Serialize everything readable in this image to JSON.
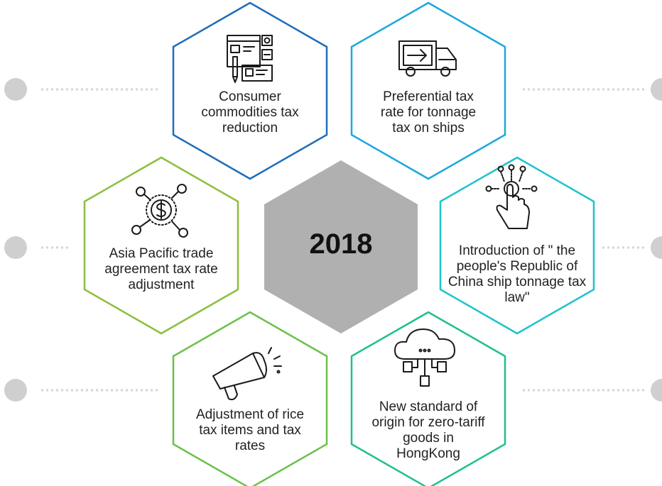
{
  "center": {
    "label": "2018",
    "color": "#b0b0b0"
  },
  "colors": {
    "connector_circle": "#cfcfcf",
    "connector_dots": "#d4d4d4",
    "icon_stroke": "#1a1a1a"
  },
  "hexagons": [
    {
      "id": "consumer",
      "label": "Consumer commodities tax reduction",
      "color": "#1f6dba",
      "icon": "document-layout-icon"
    },
    {
      "id": "tonnage",
      "label": "Preferential tax rate for tonnage tax on ships",
      "color": "#1ba8dc",
      "icon": "delivery-truck-icon"
    },
    {
      "id": "asia",
      "label": "Asia Pacific trade agreement tax rate adjustment",
      "color": "#8cbf3f",
      "icon": "dollar-network-icon"
    },
    {
      "id": "law",
      "label": "Introduction of \" the people's Republic of China ship tonnage tax law\"",
      "color": "#1fc3cc",
      "icon": "touch-hand-icon"
    },
    {
      "id": "rice",
      "label": "Adjustment of rice tax items and tax rates",
      "color": "#6cc04a",
      "icon": "megaphone-icon"
    },
    {
      "id": "hongkong",
      "label": "New standard of origin for zero-tariff goods in HongKong",
      "color": "#1fbf8f",
      "icon": "cloud-network-icon"
    }
  ]
}
